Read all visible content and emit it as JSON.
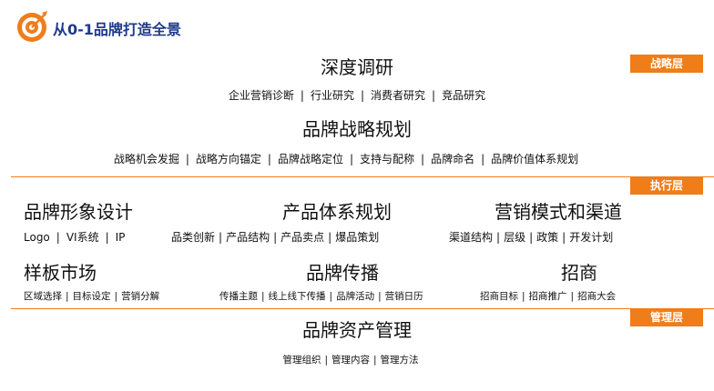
{
  "header": {
    "title": "从0-1品牌打造全景"
  },
  "layers": {
    "strategy": "战略层",
    "execution": "执行层",
    "management": "管理层"
  },
  "strategy": {
    "research": {
      "title": "深度调研",
      "items": [
        "企业营销诊断",
        "行业研究",
        "消费者研究",
        "竞品研究"
      ]
    },
    "planning": {
      "title": "品牌战略规划",
      "items": [
        "战略机会发掘",
        "战略方向锚定",
        "品牌战略定位",
        "支持与配称",
        "品牌命名",
        "品牌价值体系规划"
      ]
    }
  },
  "execution": {
    "image_design": {
      "title": "品牌形象设计",
      "items": [
        "Logo",
        "VI系统",
        "IP"
      ]
    },
    "product_system": {
      "title": "产品体系规划",
      "items": [
        "品类创新",
        "产品结构",
        "产品卖点",
        "爆品策划"
      ]
    },
    "marketing_channel": {
      "title": "营销模式和渠道",
      "items": [
        "渠道结构",
        "层级",
        "政策",
        "开发计划"
      ]
    },
    "pilot_market": {
      "title": "样板市场",
      "items": [
        "区域选择",
        "目标设定",
        "营销分解"
      ]
    },
    "communication": {
      "title": "品牌传播",
      "items": [
        "传播主题",
        "线上线下传播",
        "品牌活动",
        "营销日历"
      ]
    },
    "investment": {
      "title": "招商",
      "items": [
        "招商目标",
        "招商推广",
        "招商大会"
      ]
    }
  },
  "management": {
    "asset": {
      "title": "品牌资产管理",
      "items": [
        "管理组织",
        "管理内容",
        "管理方法"
      ]
    }
  },
  "colors": {
    "accent": "#ef7d1a",
    "title": "#1f3a8a"
  },
  "separator": "|"
}
